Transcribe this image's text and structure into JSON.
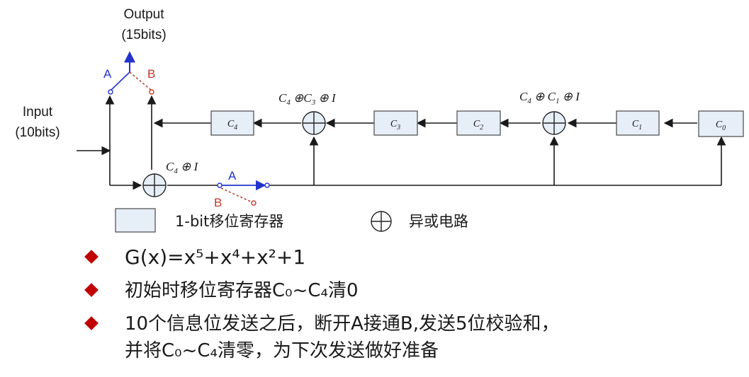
{
  "diagram": {
    "output_label": "Output",
    "output_bits": "(15bits)",
    "input_label": "Input",
    "input_bits": "(10bits)",
    "switch_a": "A",
    "switch_b": "B",
    "registers": [
      "C4",
      "C3",
      "C2",
      "C1",
      "C0"
    ],
    "xor_labels": [
      "C4 ⊕ C3 ⊕ I",
      "C4 ⊕ C1 ⊕ I",
      "C4 ⊕ I"
    ]
  },
  "legend": {
    "register": "1-bit移位寄存器",
    "xor": "异或电路"
  },
  "bullets": {
    "poly": "G(x)=x⁵+x⁴+x²+1",
    "init": "初始时移位寄存器C₀~C₄清0",
    "step_line1": "10个信息位发送之后，断开A接通B,发送5位校验和，",
    "step_line2": "并将C₀~C₄清零，为下次发送做好准备"
  },
  "colors": {
    "switch_a": "#2233cc",
    "switch_b": "#c0392b",
    "bullet": "#c00000",
    "register_fill": "#e6eef8"
  }
}
